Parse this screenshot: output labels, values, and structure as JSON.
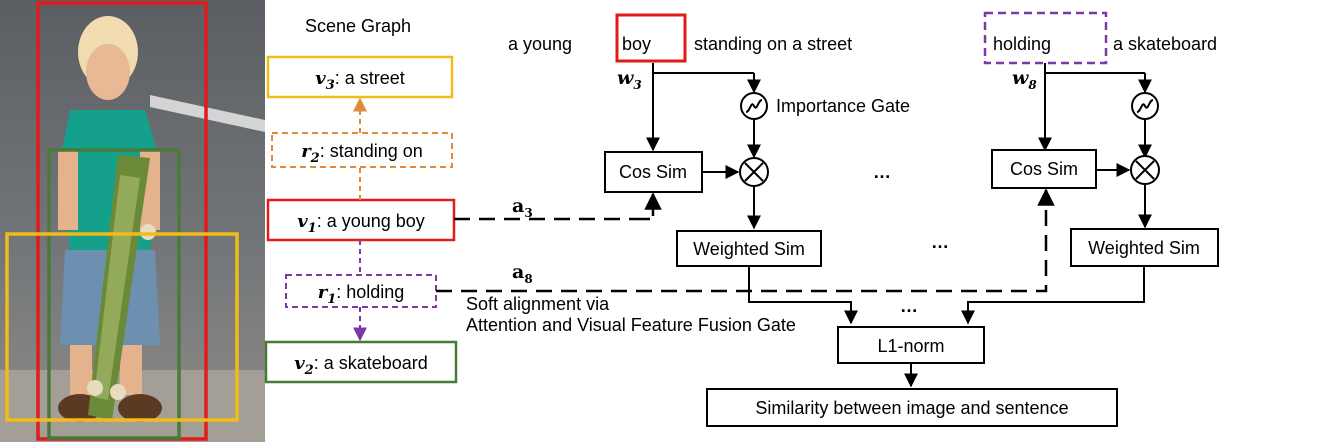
{
  "colors": {
    "red": "#e21a1a",
    "green": "#4a7a3a",
    "yellow": "#f2bb1a",
    "orange": "#e08a3a",
    "purple": "#7a3aa6"
  },
  "scene_graph": {
    "title": "Scene Graph",
    "v3": {
      "var": "v",
      "sub": "3",
      "text": ": a street"
    },
    "r2": {
      "var": "r",
      "sub": "2",
      "text": ": standing on"
    },
    "v1": {
      "var": "v",
      "sub": "1",
      "text": ": a young boy"
    },
    "r1": {
      "var": "r",
      "sub": "1",
      "text": ": holding"
    },
    "v2": {
      "var": "v",
      "sub": "2",
      "text": ": a skateboard"
    }
  },
  "sentence": {
    "before": "a young",
    "word1": "boy",
    "middle": "standing on a street",
    "word2": "holding",
    "after": "a skateboard"
  },
  "weights": {
    "w3": {
      "var": "w",
      "sub": "3"
    },
    "w8": {
      "var": "w",
      "sub": "8"
    }
  },
  "alignments": {
    "a3": {
      "var": "a",
      "sub": "3"
    },
    "a8": {
      "var": "a",
      "sub": "8"
    }
  },
  "labels": {
    "importance_gate": "Importance Gate",
    "soft_alignment_line1": "Soft alignment via",
    "soft_alignment_line2": "Attention and Visual Feature Fusion Gate",
    "ellipsis": "…"
  },
  "blocks": {
    "cos_sim_1": "Cos Sim",
    "cos_sim_2": "Cos Sim",
    "weighted_sim_1": "Weighted Sim",
    "weighted_sim_2": "Weighted Sim",
    "l1_norm": "L1-norm",
    "similarity": "Similarity between image and sentence"
  }
}
